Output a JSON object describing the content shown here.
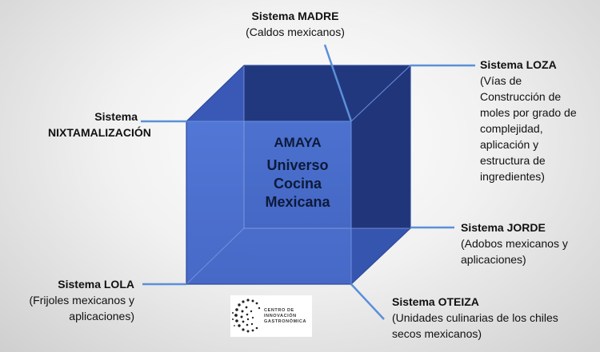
{
  "center": {
    "title": "AMAYA",
    "lines": [
      "Universo",
      "Cocina",
      "Mexicana"
    ]
  },
  "labels": {
    "madre": {
      "name": "Sistema MADRE",
      "desc": [
        "(Caldos mexicanos)"
      ]
    },
    "nixtamalizacion": {
      "name1": "Sistema",
      "name2": "NIXTAMALIZACIÓN"
    },
    "loza": {
      "name": "Sistema LOZA",
      "desc": [
        "(Vías de",
        "Construcción de",
        "moles por grado de",
        "complejidad,",
        "aplicación y",
        "estructura de",
        "ingredientes)"
      ]
    },
    "jorde": {
      "name": "Sistema JORDE",
      "desc": [
        "(Adobos mexicanos y",
        "aplicaciones)"
      ]
    },
    "lola": {
      "name": "Sistema LOLA",
      "desc": [
        "(Frijoles mexicanos y",
        "aplicaciones)"
      ]
    },
    "oteiza": {
      "name": "Sistema OTEIZA",
      "desc": [
        "(Unidades culinarias de los chiles",
        "secos mexicanos)"
      ]
    }
  },
  "logo": {
    "lines": [
      "CENTRO DE",
      "INNOVACIÓN",
      "GASTRONÓMICA"
    ],
    "icon": "dotted-spiral-icon"
  },
  "colors": {
    "cube_front": "#4a70d4",
    "cube_back": "#1f3a8a",
    "cube_dark": "#1a2f6e",
    "connector": "#5b8fd9"
  }
}
